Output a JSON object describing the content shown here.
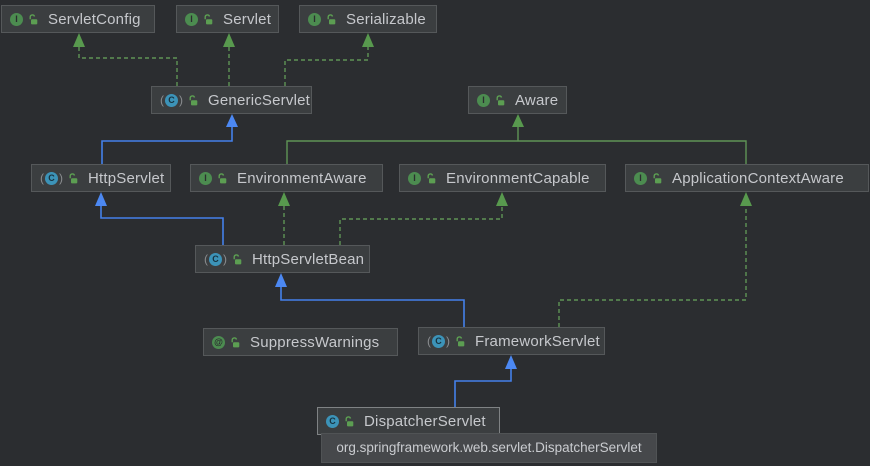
{
  "diagram": {
    "app_context": "UML class diagram",
    "tooltip": "org.springframework.web.servlet.DispatcherServlet",
    "icon_glyphs": {
      "interface": "I",
      "class": "C",
      "annotation": "@"
    },
    "colors": {
      "canvas_bg": "#2b2d30",
      "node_bg": "#3b3e40",
      "node_border": "#55585a",
      "highlight_border": "#7f8284",
      "extends_blue": "#4480ea",
      "implements_green": "#5f9455",
      "interface_icon_green": "#4c8c50",
      "class_icon_teal": "#3c93b8",
      "tooltip_bg": "#46484b",
      "label_text": "#c6c8cc"
    },
    "nodes": {
      "servletconfig": {
        "label": "ServletConfig",
        "kind": "interface"
      },
      "servlet": {
        "label": "Servlet",
        "kind": "interface"
      },
      "serializable": {
        "label": "Serializable",
        "kind": "interface"
      },
      "genericservlet": {
        "label": "GenericServlet",
        "kind": "abstract class"
      },
      "aware": {
        "label": "Aware",
        "kind": "interface"
      },
      "httpservlet": {
        "label": "HttpServlet",
        "kind": "abstract class"
      },
      "environmentaware": {
        "label": "EnvironmentAware",
        "kind": "interface"
      },
      "environmentcapable": {
        "label": "EnvironmentCapable",
        "kind": "interface"
      },
      "applicationcontextaware": {
        "label": "ApplicationContextAware",
        "kind": "interface"
      },
      "httpservletbean": {
        "label": "HttpServletBean",
        "kind": "abstract class"
      },
      "suppresswarnings": {
        "label": "SuppressWarnings",
        "kind": "annotation"
      },
      "frameworkservlet": {
        "label": "FrameworkServlet",
        "kind": "abstract class"
      },
      "dispatcherservlet": {
        "label": "DispatcherServlet",
        "kind": "class"
      }
    },
    "edges": [
      {
        "from": "GenericServlet",
        "to": "ServletConfig",
        "type": "implements"
      },
      {
        "from": "GenericServlet",
        "to": "Servlet",
        "type": "implements"
      },
      {
        "from": "GenericServlet",
        "to": "Serializable",
        "type": "implements"
      },
      {
        "from": "HttpServlet",
        "to": "GenericServlet",
        "type": "extends"
      },
      {
        "from": "EnvironmentAware",
        "to": "Aware",
        "type": "extends"
      },
      {
        "from": "ApplicationContextAware",
        "to": "Aware",
        "type": "extends"
      },
      {
        "from": "HttpServletBean",
        "to": "HttpServlet",
        "type": "extends"
      },
      {
        "from": "HttpServletBean",
        "to": "EnvironmentAware",
        "type": "implements"
      },
      {
        "from": "HttpServletBean",
        "to": "EnvironmentCapable",
        "type": "implements"
      },
      {
        "from": "FrameworkServlet",
        "to": "HttpServletBean",
        "type": "extends"
      },
      {
        "from": "FrameworkServlet",
        "to": "ApplicationContextAware",
        "type": "implements"
      },
      {
        "from": "DispatcherServlet",
        "to": "FrameworkServlet",
        "type": "extends"
      }
    ]
  }
}
